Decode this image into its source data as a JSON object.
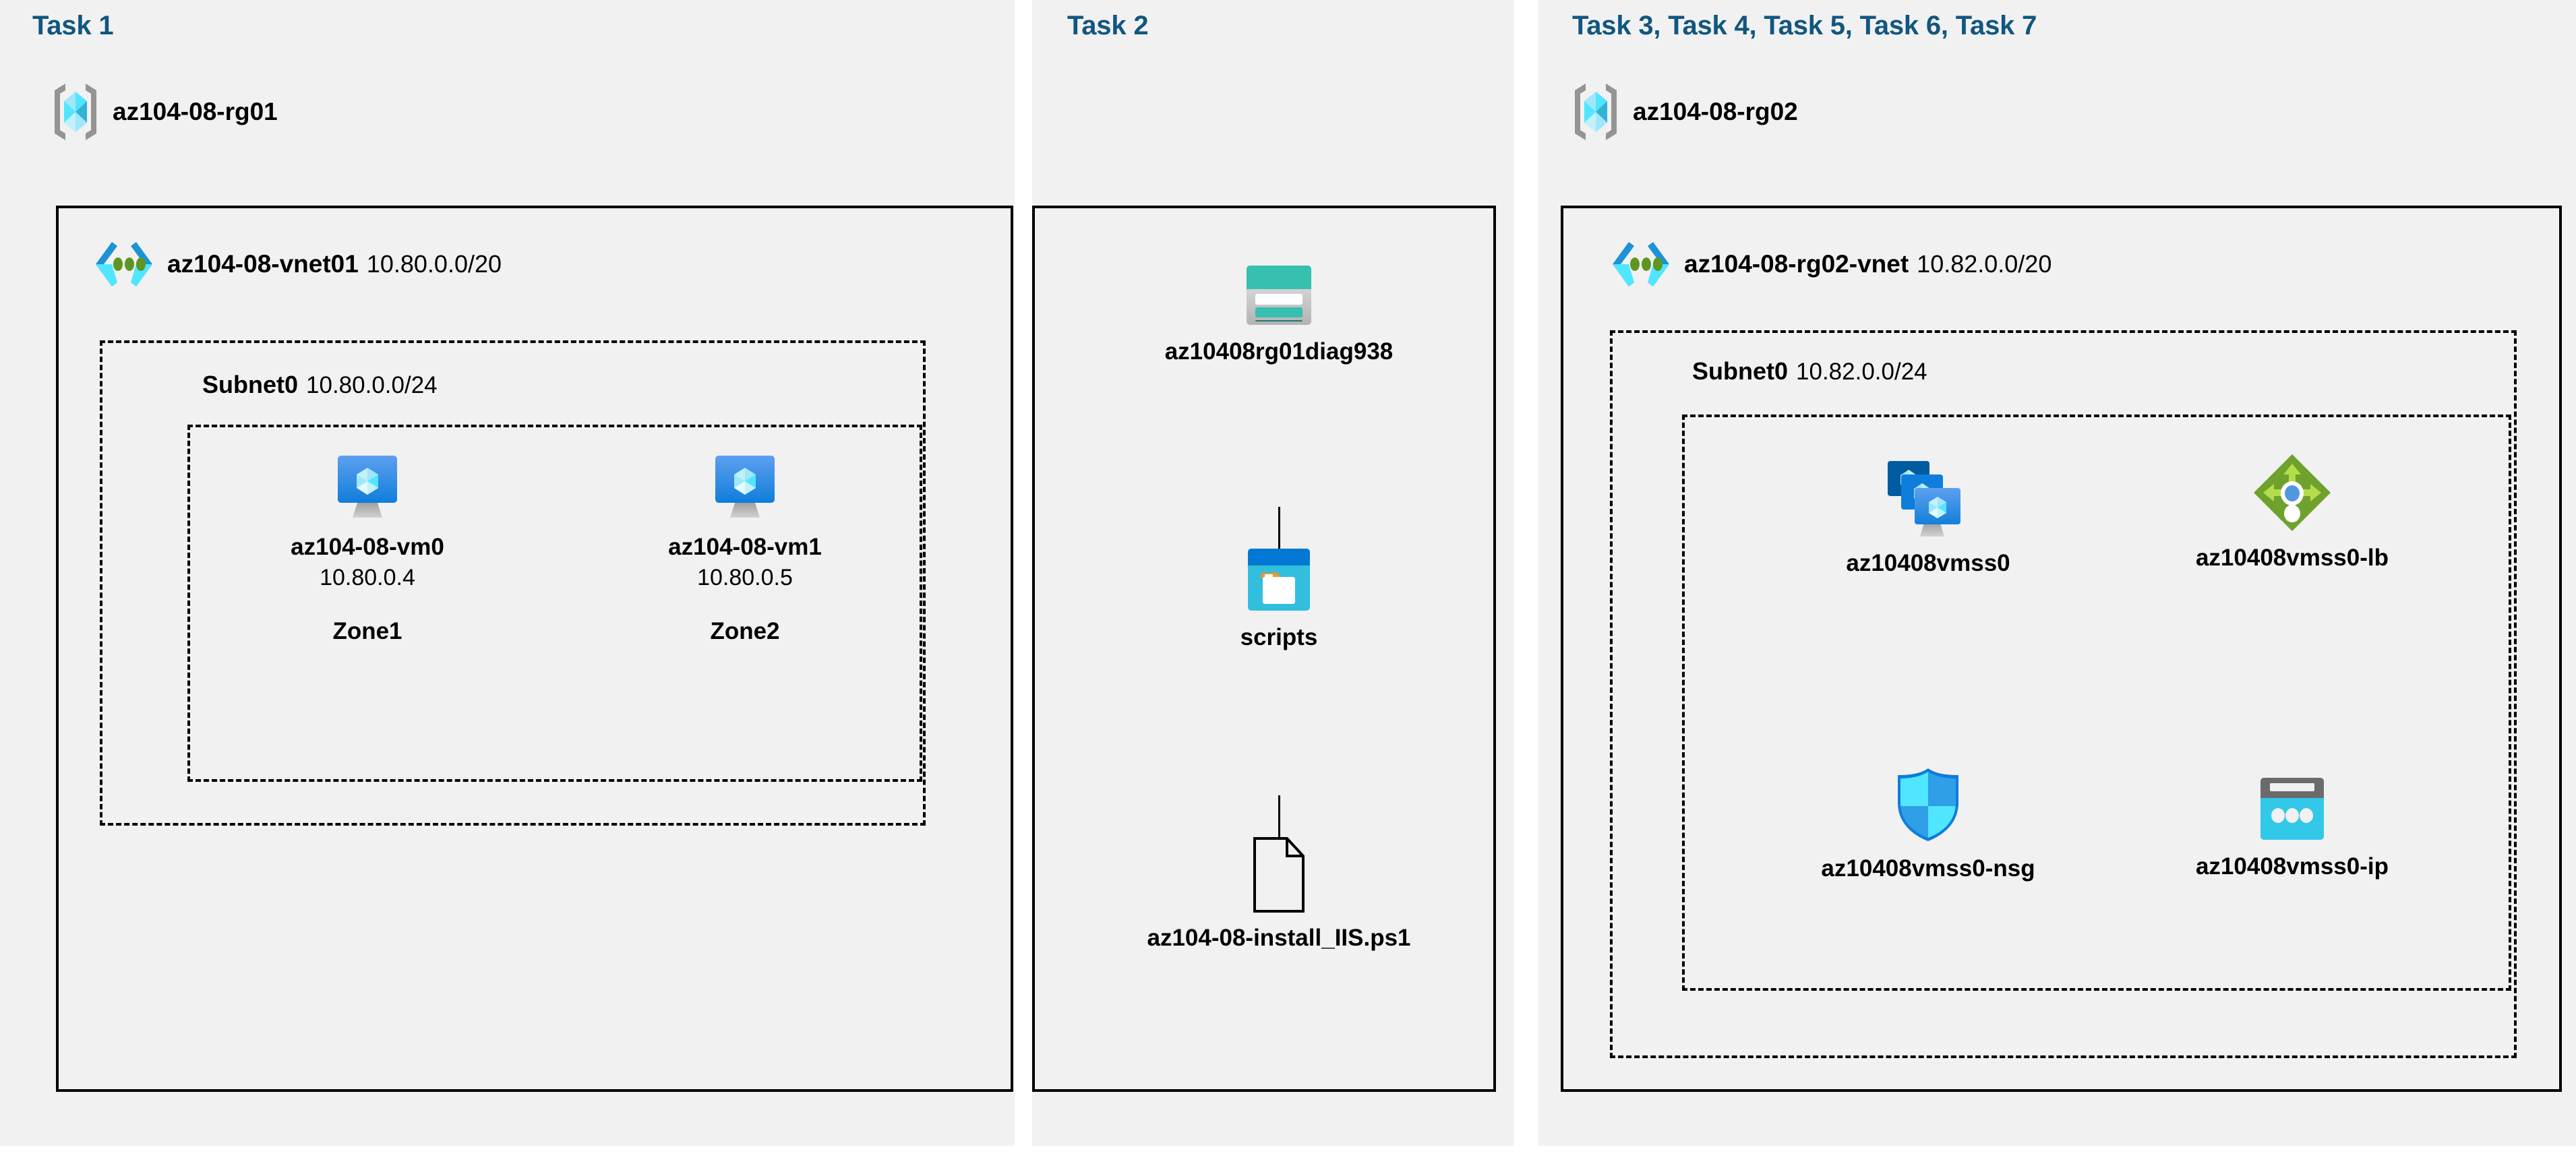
{
  "panels": [
    {
      "id": "task1",
      "label": "Task 1"
    },
    {
      "id": "task2",
      "label": "Task 2"
    },
    {
      "id": "task3",
      "label": "Task 3, Task 4, Task 5, Task 6, Task 7"
    }
  ],
  "colors": {
    "task_label": "#11567f",
    "panel_background": "#f1f1f1",
    "page_background": "#ffffff",
    "border": "#000000",
    "storage_teal": "#37bfb0",
    "storage_dark_teal": "#1f7a6f",
    "container_blue": "#0078d4",
    "container_cyan": "#32bedd",
    "container_orange": "#f7941e",
    "vm_blue": "#0f7ddb",
    "vmss_dark_blue": "#005ba1",
    "lb_green": "#6fa22c",
    "lb_light_green": "#b4dd4b",
    "lb_dot_blue": "#5197e0",
    "nsg_cyan": "#32d4f5",
    "nsg_blue": "#2f9fe8",
    "ip_gray": "#6b6b6b",
    "ip_cyan": "#32c8e8",
    "vnet_dot_green": "#5e9624"
  },
  "task1": {
    "resource_group": {
      "name": "az104-08-rg01",
      "icon": "resource-group-icon"
    },
    "vnet": {
      "name": "az104-08-vnet01",
      "cidr": "10.80.0.0/20",
      "icon": "virtual-network-icon"
    },
    "subnet": {
      "name": "Subnet0",
      "cidr": "10.80.0.0/24"
    },
    "vms": [
      {
        "name": "az104-08-vm0",
        "ip": "10.80.0.4",
        "zone": "Zone1",
        "icon": "virtual-machine-icon"
      },
      {
        "name": "az104-08-vm1",
        "ip": "10.80.0.5",
        "zone": "Zone2",
        "icon": "virtual-machine-icon"
      }
    ]
  },
  "task2": {
    "storage_account": {
      "name": "az10408rg01diag938",
      "icon": "storage-account-icon"
    },
    "container": {
      "name": "scripts",
      "icon": "blob-container-icon"
    },
    "script_file": {
      "name": "az104-08-install_IIS.ps1",
      "icon": "file-icon"
    }
  },
  "task3": {
    "resource_group": {
      "name": "az104-08-rg02",
      "icon": "resource-group-icon"
    },
    "vnet": {
      "name": "az104-08-rg02-vnet",
      "cidr": "10.82.0.0/20",
      "icon": "virtual-network-icon"
    },
    "subnet": {
      "name": "Subnet0",
      "cidr": "10.82.0.0/24"
    },
    "resources": [
      {
        "name": "az10408vmss0",
        "icon": "vm-scale-set-icon"
      },
      {
        "name": "az10408vmss0-lb",
        "icon": "load-balancer-icon"
      },
      {
        "name": "az10408vmss0-nsg",
        "icon": "network-security-group-icon"
      },
      {
        "name": "az10408vmss0-ip",
        "icon": "public-ip-address-icon"
      }
    ]
  }
}
